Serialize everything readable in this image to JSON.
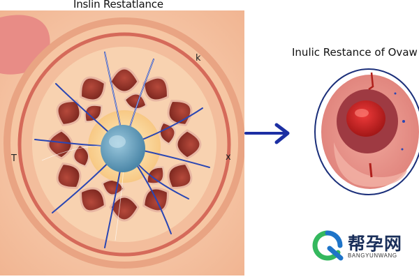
{
  "titles": {
    "left": "Inslin Restatlance",
    "right": "Inulic Restance of Ovaw"
  },
  "labels": {
    "k": "k",
    "t": "T",
    "x": "x"
  },
  "watermark": {
    "brand": "帮孕网",
    "subtitle": "BANGYUNWANG"
  },
  "colors": {
    "background": "#f4c9a8",
    "follicle": "#8e2f25",
    "nucleus": "#6fa3c0",
    "vessel": "#2a46b3",
    "arrow": "#1c2fa3",
    "logo_green": "#34b85e",
    "logo_blue": "#1e74c8"
  }
}
